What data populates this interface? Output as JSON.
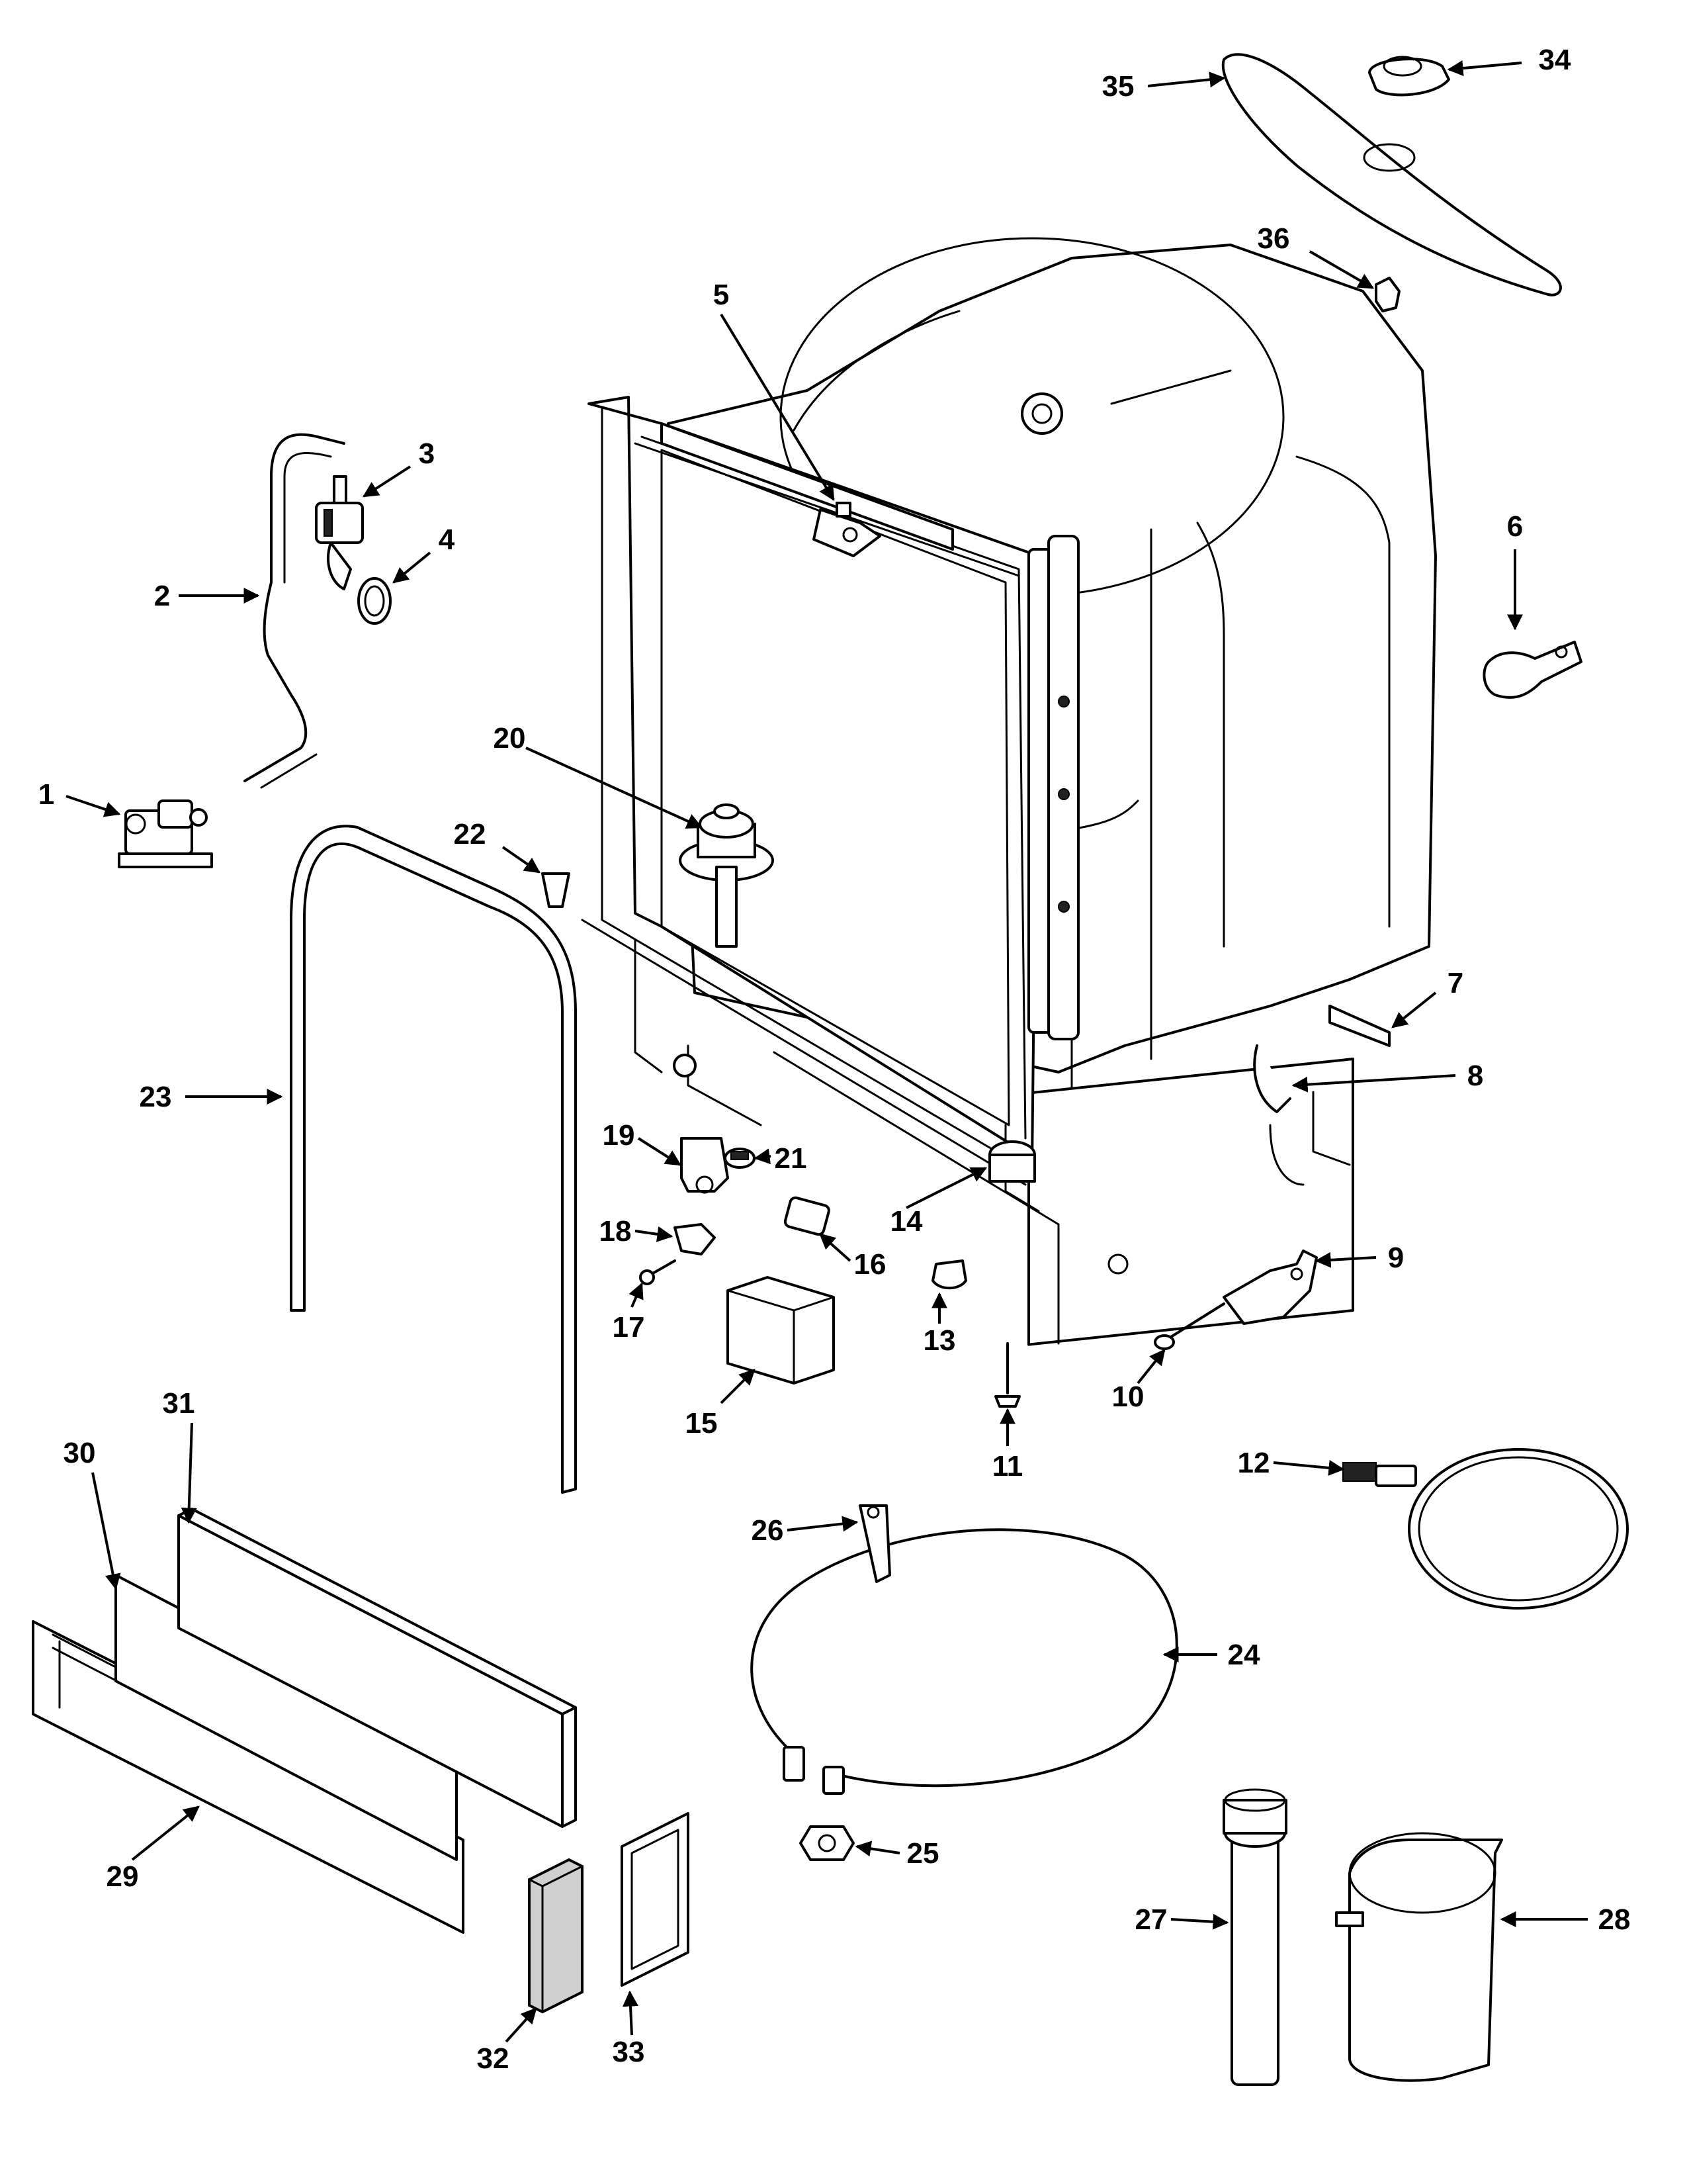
{
  "diagram": {
    "callouts": [
      {
        "id": "c1",
        "label": "1"
      },
      {
        "id": "c2",
        "label": "2"
      },
      {
        "id": "c3",
        "label": "3"
      },
      {
        "id": "c4",
        "label": "4"
      },
      {
        "id": "c5",
        "label": "5"
      },
      {
        "id": "c6",
        "label": "6"
      },
      {
        "id": "c7",
        "label": "7"
      },
      {
        "id": "c8",
        "label": "8"
      },
      {
        "id": "c9",
        "label": "9"
      },
      {
        "id": "c10",
        "label": "10"
      },
      {
        "id": "c11",
        "label": "11"
      },
      {
        "id": "c12",
        "label": "12"
      },
      {
        "id": "c13",
        "label": "13"
      },
      {
        "id": "c14",
        "label": "14"
      },
      {
        "id": "c15",
        "label": "15"
      },
      {
        "id": "c16",
        "label": "16"
      },
      {
        "id": "c17",
        "label": "17"
      },
      {
        "id": "c18",
        "label": "18"
      },
      {
        "id": "c19",
        "label": "19"
      },
      {
        "id": "c20",
        "label": "20"
      },
      {
        "id": "c21",
        "label": "21"
      },
      {
        "id": "c22",
        "label": "22"
      },
      {
        "id": "c23",
        "label": "23"
      },
      {
        "id": "c24",
        "label": "24"
      },
      {
        "id": "c25",
        "label": "25"
      },
      {
        "id": "c26",
        "label": "26"
      },
      {
        "id": "c27",
        "label": "27"
      },
      {
        "id": "c28",
        "label": "28"
      },
      {
        "id": "c29",
        "label": "29"
      },
      {
        "id": "c30",
        "label": "30"
      },
      {
        "id": "c31",
        "label": "31"
      },
      {
        "id": "c32",
        "label": "32"
      },
      {
        "id": "c33",
        "label": "33"
      },
      {
        "id": "c34",
        "label": "34"
      },
      {
        "id": "c35",
        "label": "35"
      },
      {
        "id": "c36",
        "label": "36"
      }
    ]
  },
  "colors": {
    "ink": "#000000",
    "paper": "#ffffff",
    "fill_gray": "#cfcfcf"
  }
}
